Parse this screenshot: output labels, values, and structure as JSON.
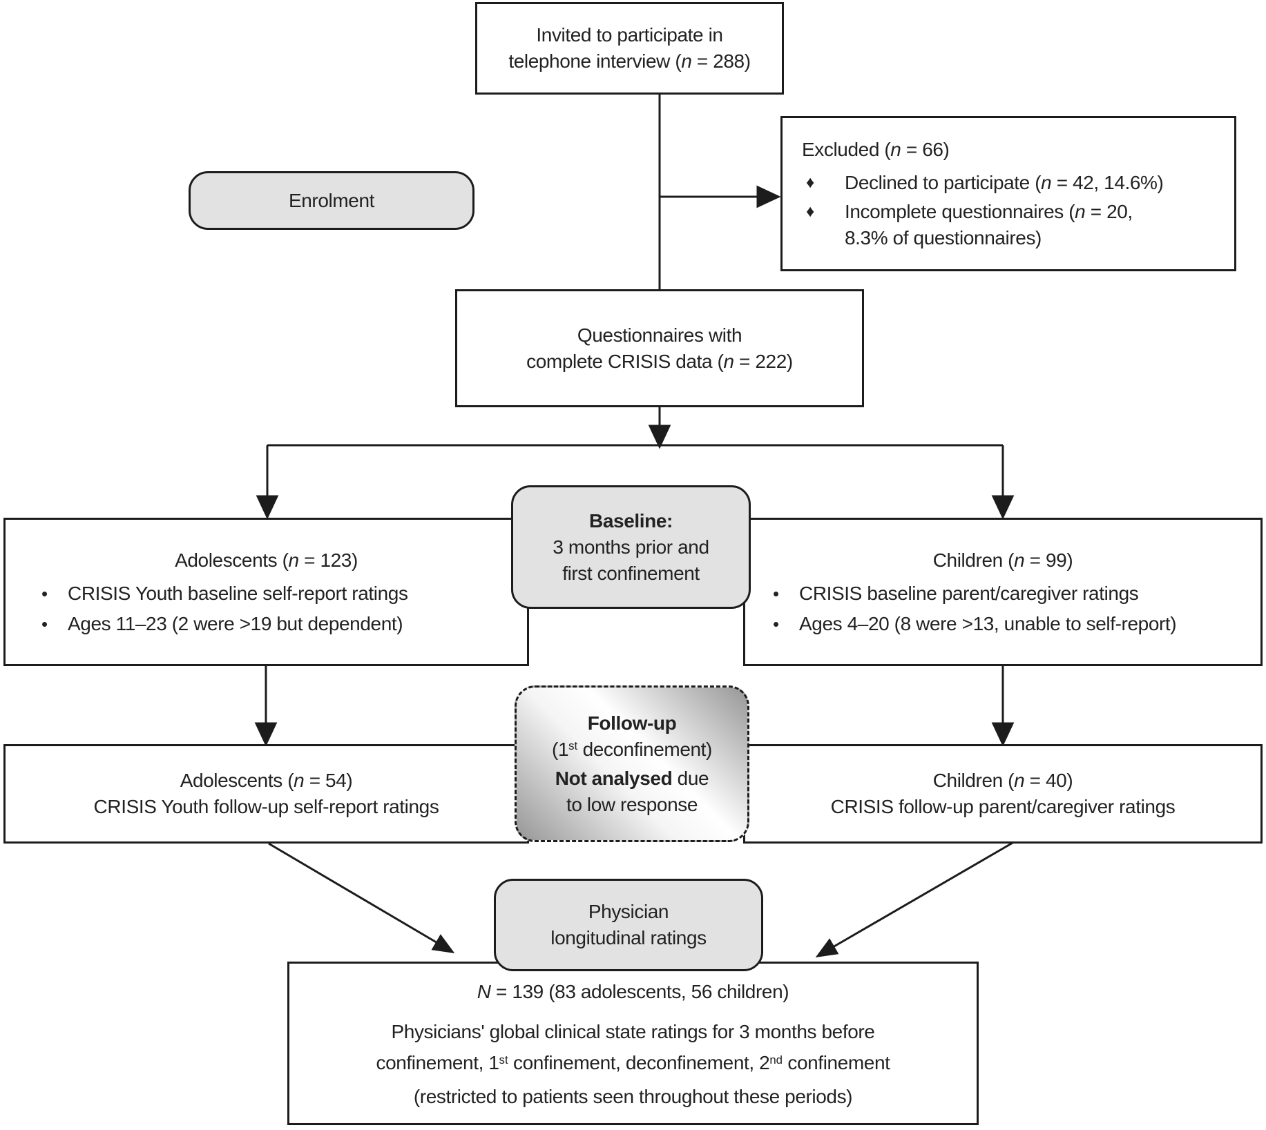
{
  "symbols": {
    "n": "n",
    "N": "N",
    "dot": "•",
    "diamond": "♦",
    "st": "st",
    "nd": "nd"
  },
  "colors": {
    "border": "#1c1c1c",
    "gray_fill": "#e2e2e2",
    "text": "#222222"
  },
  "boxes": {
    "invited": {
      "line1": "Invited to participate in",
      "line2_pre": "telephone interview (",
      "line2_post": " = 288)"
    },
    "excluded": {
      "title_pre": "Excluded (",
      "title_post": " = 66)",
      "item1_pre": "Declined to participate (",
      "item1_post": " = 42, 14.6%)",
      "item2_pre": "Incomplete questionnaires (",
      "item2_post": " = 20,",
      "item2_line2": "8.3% of questionnaires)"
    },
    "enrolment": {
      "label": "Enrolment"
    },
    "questionnaires": {
      "line1": "Questionnaires with",
      "line2_pre": "complete CRISIS data (",
      "line2_post": " = 222)"
    },
    "baseline": {
      "line1": "Baseline:",
      "line2": "3 months prior and",
      "line3": "first confinement"
    },
    "adolescents": {
      "title_pre": "Adolescents (",
      "title_post": " = 123)",
      "bullet1": "CRISIS Youth baseline self-report ratings",
      "bullet2": "Ages 11–23 (2 were >19 but dependent)"
    },
    "children": {
      "title_pre": "Children (",
      "title_post": " = 99)",
      "bullet1": "CRISIS baseline parent/caregiver ratings",
      "bullet2": "Ages 4–20 (8 were >13, unable to self-report)"
    },
    "followup": {
      "line1": "Follow-up",
      "line2_pre": "(1",
      "line2_post": " deconfinement)",
      "line3_bold": "Not analysed",
      "line3_rest": " due",
      "line4": "to low response"
    },
    "adol_followup": {
      "title_pre": "Adolescents (",
      "title_post": " = 54)",
      "line2": "CRISIS Youth follow-up self-report ratings"
    },
    "child_followup": {
      "title_pre": "Children (",
      "title_post": " = 40)",
      "line2": "CRISIS follow-up parent/caregiver ratings"
    },
    "physician": {
      "line1": "Physician",
      "line2": "longitudinal ratings"
    },
    "final": {
      "line1_post": " = 139 (83 adolescents, 56 children)",
      "line2": "Physicians' global clinical state ratings for 3 months before",
      "line3_a": "confinement, 1",
      "line3_b": " confinement, deconfinement, 2",
      "line3_c": " confinement",
      "line4": "(restricted to patients seen throughout these periods)"
    }
  }
}
